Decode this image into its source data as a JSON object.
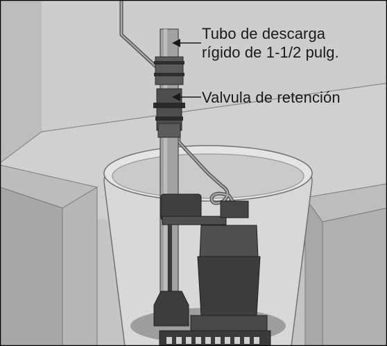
{
  "labels": {
    "discharge_pipe_line1": "Tubo de descarga",
    "discharge_pipe_line2": "rígido de 1-1/2 pulg.",
    "check_valve": "Valvula de retención"
  },
  "colors": {
    "border": "#000000",
    "wall_light": "#c8c8c8",
    "wall_mid": "#b4b4b4",
    "floor": "#d2d2d2",
    "ledge": "#a6a6a6",
    "pipe": "#a0a0a0",
    "pipe_outline": "#4a4a4a",
    "pump_dark": "#3c3c3c",
    "pump_mid": "#555555",
    "basin": "#d9d9d9",
    "basin_rim": "#e6e6e6",
    "text": "#1a1a1a"
  }
}
